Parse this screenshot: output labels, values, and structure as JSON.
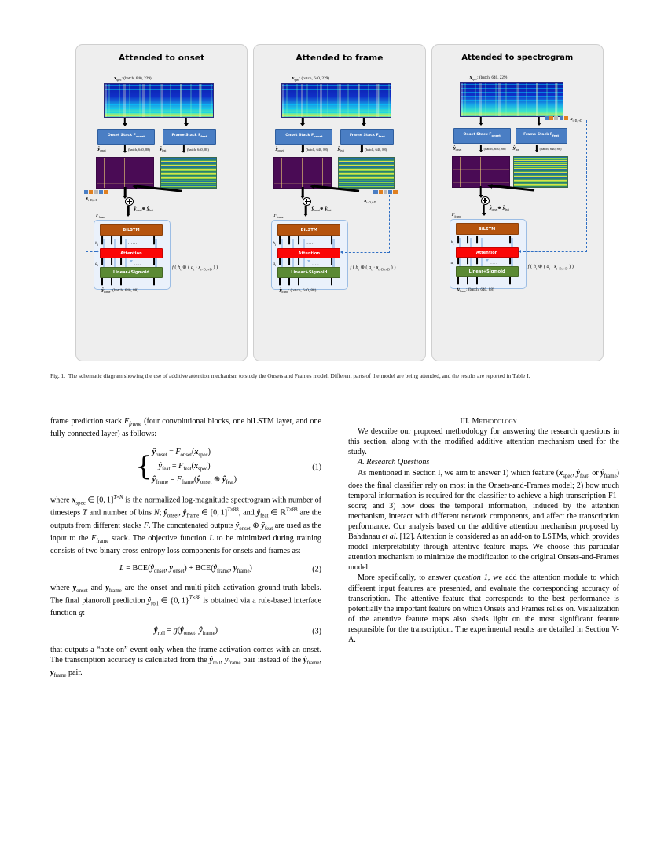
{
  "figure": {
    "panels": [
      {
        "title": "Attended to onset",
        "spec_label_var": "x",
        "spec_label_sub": "spec",
        "spec_shape": ": (batch, 640, 229)",
        "onset_stack": "Onset Stack F",
        "onset_stack_sub": "onset",
        "frame_stack": "Frame Stack F",
        "frame_stack_sub": "feat",
        "y_onset": "ŷ",
        "y_onset_sub": "onset",
        "y_onset_shape": "(batch, 640, 88)",
        "y_feat": "ŷ",
        "y_feat_sub": "feat",
        "y_feat_shape": "(batch, 640, 88)",
        "s_label": "s",
        "s_label_sub": "t−D,t+D",
        "concat_label": "ŷ",
        "concat_sub1": "onset",
        "concat_mid": "⊕ ŷ",
        "concat_sub2": "feat",
        "fframe": "F",
        "fframe_sub": "frame",
        "bilstm": "BiLSTM",
        "attention": "Attention",
        "linear_sigmoid": "Linear+Sigmoid",
        "h_t": "h",
        "h_t_sub": "t",
        "a_t": "a",
        "a_t_sub": "t",
        "formula": "f ( h_t ⊕ (a_t · s_{t−D,t+D}) )",
        "y_frame": "ŷ",
        "y_frame_sub": "frame",
        "y_frame_shape": ": (batch, 640, 88)",
        "attended_target": "onset"
      },
      {
        "title": "Attended to frame",
        "spec_label_var": "x",
        "spec_label_sub": "spec",
        "spec_shape": ": (batch, 640, 229)",
        "onset_stack": "Onset Stack F",
        "onset_stack_sub": "onset",
        "frame_stack": "Frame Stack F",
        "frame_stack_sub": "feat",
        "y_onset": "ŷ",
        "y_onset_sub": "onset",
        "y_onset_shape": "(batch, 640, 88)",
        "y_feat": "ŷ",
        "y_feat_sub": "feat",
        "y_feat_shape": "(batch, 640, 88)",
        "s_label": "s",
        "s_label_sub": "t−D,t+D",
        "concat_label": "ŷ",
        "concat_sub1": "onset",
        "concat_mid": "⊕ ŷ",
        "concat_sub2": "feat",
        "fframe": "F",
        "fframe_sub": "frame",
        "bilstm": "BiLSTM",
        "attention": "Attention",
        "linear_sigmoid": "Linear+Sigmoid",
        "h_t": "h",
        "h_t_sub": "t",
        "a_t": "a",
        "a_t_sub": "t",
        "formula": "f ( h_t ⊕ (a_t · s_{t−D,t+D}) )",
        "y_frame": "ŷ",
        "y_frame_sub": "frame",
        "y_frame_shape": ": (batch, 640, 88)",
        "attended_target": "frame"
      },
      {
        "title": "Attended to spectrogram",
        "spec_label_var": "x",
        "spec_label_sub": "spec",
        "spec_shape": ": (batch, 640, 229)",
        "onset_stack": "Onset Stack F",
        "onset_stack_sub": "onset",
        "frame_stack": "Frame Stack F",
        "frame_stack_sub": "feat",
        "y_onset": "ŷ",
        "y_onset_sub": "onset",
        "y_onset_shape": "(batch, 640, 88)",
        "y_feat": "ŷ",
        "y_feat_sub": "feat",
        "y_feat_shape": "(batch, 640, 88)",
        "s_label": "s",
        "s_label_sub": "t−D,t+D",
        "concat_label": "ŷ",
        "concat_sub1": "onset",
        "concat_mid": "⊕ ŷ",
        "concat_sub2": "feat",
        "fframe": "F",
        "fframe_sub": "frame",
        "bilstm": "BiLSTM",
        "attention": "Attention",
        "linear_sigmoid": "Linear+Sigmoid",
        "h_t": "h",
        "h_t_sub": "t",
        "a_t": "a",
        "a_t_sub": "t",
        "formula": "f ( h_t ⊕ (a_t · s_{t−D,t+D}) )",
        "y_frame": "ŷ",
        "y_frame_sub": "frame",
        "y_frame_shape": ": (batch, 640, 88)",
        "attended_target": "spectrogram"
      }
    ],
    "colors": {
      "panel_background": "#eeeeee",
      "process_box": "#4a7ec4",
      "bilstm": "#b5540f",
      "attention": "#fb0606",
      "linear_sigmoid": "#5b8a34",
      "fframe_background": "#eaf1fb",
      "dashed_connector": "#2f6fc4",
      "pianoroll": "#4a0b55"
    },
    "swatch_colors": [
      "#4a7ec4",
      "#e08020",
      "#b8b8b8",
      "#4a7ec4",
      "#e08020"
    ]
  },
  "caption": {
    "label": "Fig. 1.",
    "text": "The schematic diagram showing the use of additive attention mechanism to study the Onsets and Frames model. Different parts of the model are being attended, and the results are reported in Table I."
  },
  "left_column": {
    "para1": "frame prediction stack F<sub class=\"mi\">frame</sub> (four convolutional blocks, one biLSTM layer, and one fully connected layer) as follows:",
    "eq1": {
      "line1": "ŷ_onset = F_onset(x_spec)",
      "line2": "ŷ_feat = F_feat(x_spec)",
      "line3": "ŷ_frame = F_frame(ŷ_onset ⊕ ŷ_feat)",
      "number": "(1)"
    },
    "para2": "where x_spec ∈ [0,1]^{T×N} is the normalized log-magnitude spectrogram with number of timesteps T and number of bins N; ŷ_onset, ŷ_frame ∈ [0,1]^{T×88}, and ŷ_feat ∈ ℝ^{T×88} are the outputs from different stacks F. The concatenated outputs ŷ_onset ⊕ ŷ_feat are used as the input to the F_frame stack. The objective function L to be minimized during training consists of two binary cross-entropy loss components for onsets and frames as:",
    "eq2": {
      "body": "L = BCE(ŷ_onset, y_onset) + BCE(ŷ_frame, y_frame)",
      "number": "(2)"
    },
    "para3": "where y_onset and y_frame are the onset and multi-pitch activation ground-truth labels. The final pianoroll prediction ŷ_roll ∈ {0,1}^{T×88} is obtained via a rule-based interface function g:",
    "eq3": {
      "body": "ŷ_roll = g(ŷ_onset, ŷ_frame)",
      "number": "(3)"
    },
    "para4": "that outputs a “note on” event only when the frame activation comes with an onset. The transcription accuracy is calculated from the ŷ_roll, y_frame pair instead of the ŷ_frame, y_frame pair."
  },
  "right_column": {
    "section_number": "III.",
    "section_title": "Methodology",
    "para1": "We describe our proposed methodology for answering the research questions in this section, along with the modified additive attention mechanism used for the study.",
    "subsection_title": "A. Research Questions",
    "para2": "As mentioned in Section I, we aim to answer 1) which feature (x_spec, ŷ_feat, or ŷ_frame) does the final classifier rely on most in the Onsets-and-Frames model; 2) how much temporal information is required for the classifier to achieve a high transcription F1-score; and 3) how does the temporal information, induced by the attention mechanism, interact with different network components, and affect the transcription performance. Our analysis based on the additive attention mechanism proposed by Bahdanau et al. [12]. Attention is considered as an add-on to LSTMs, which provides model interpretability through attentive feature maps. We choose this particular attention mechanism to minimize the modification to the original Onsets-and-Frames model.",
    "para3": "More specifically, to answer question 1, we add the attention module to which different input features are presented, and evaluate the corresponding accuracy of transcription. The attentive feature that corresponds to the best performance is potentially the important feature on which Onsets and Frames relies on. Visualization of the attentive feature maps also sheds light on the most significant feature responsible for the transcription. The experimental results are detailed in Section V-A."
  }
}
